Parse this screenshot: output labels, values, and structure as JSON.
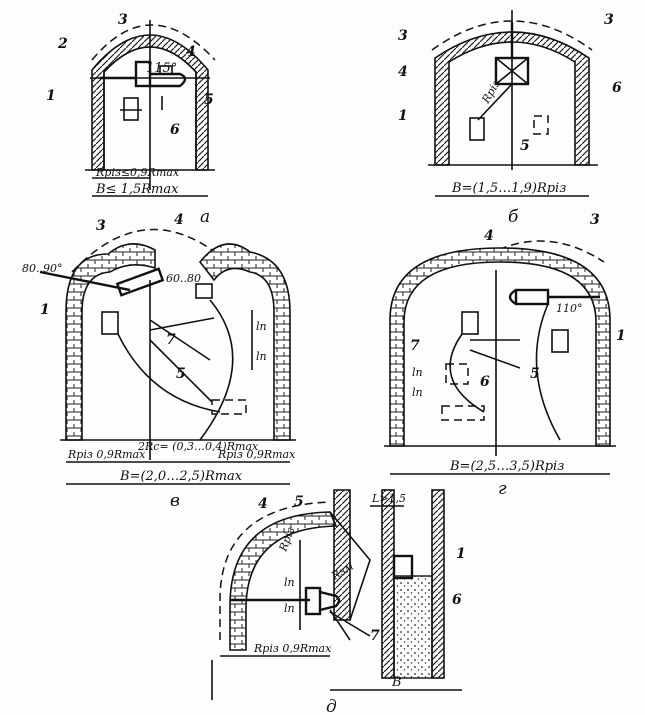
{
  "panels": {
    "a": {
      "caption": "а",
      "dim_top": "Rріз≤0,9Rmax",
      "dim_bottom": "B≤ 1,5Rmax",
      "angle": "115°",
      "labels": [
        "1",
        "2",
        "3",
        "4",
        "5",
        "6"
      ]
    },
    "b": {
      "caption": "б",
      "dim_bottom": "B=(1,5…1,9)Rріз",
      "radius": "Rріз",
      "labels": [
        "1",
        "3",
        "3",
        "4",
        "5",
        "6"
      ]
    },
    "v": {
      "caption": "в",
      "angle_left": "80..90°",
      "angle_right": "60..80",
      "dim_left": "Rріз 0,9Rmax",
      "dim_mid": "2Rc= (0,3…0,4)Rmax",
      "dim_right": "Rріз 0,9Rmax",
      "dim_bottom": "B=(2,0…2,5)Rmax",
      "labels": [
        "1",
        "3",
        "4",
        "5",
        "7"
      ],
      "side_dims": [
        "lп",
        "lп"
      ]
    },
    "g": {
      "caption": "г",
      "angle": "110°",
      "dim_bottom": "B=(2,5…3,5)Rріз",
      "labels": [
        "1",
        "3",
        "4",
        "5",
        "6",
        "7"
      ],
      "side_dims": [
        "lп",
        "lп"
      ]
    },
    "d": {
      "caption": "д",
      "dim_top": "L>1,5",
      "radius1": "Rріз",
      "radius2": "Rзм",
      "dim_left": "Rріз 0,9Rmax",
      "dim_bottom": "B",
      "labels": [
        "1",
        "4",
        "5",
        "6",
        "7"
      ],
      "side_dims": [
        "lп",
        "lп"
      ]
    }
  }
}
